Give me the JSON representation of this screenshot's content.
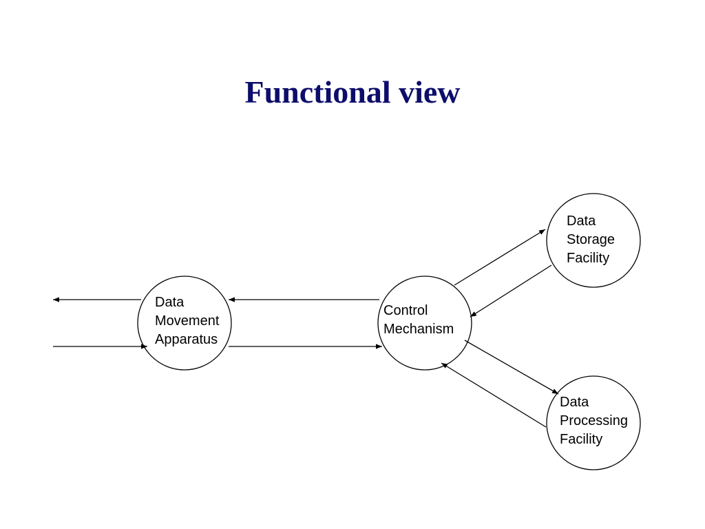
{
  "title": "Functional view",
  "colors": {
    "title": "#0d0d6b",
    "stroke": "#000000",
    "background": "#ffffff"
  },
  "nodes": {
    "data_movement": {
      "lines": [
        "Data",
        "Movement",
        "Apparatus"
      ]
    },
    "control": {
      "lines": [
        "Control",
        "Mechanism"
      ]
    },
    "data_storage": {
      "lines": [
        "Data",
        "Storage",
        "Facility"
      ]
    },
    "data_processing": {
      "lines": [
        "Data",
        "Processing",
        "Facility"
      ]
    }
  }
}
